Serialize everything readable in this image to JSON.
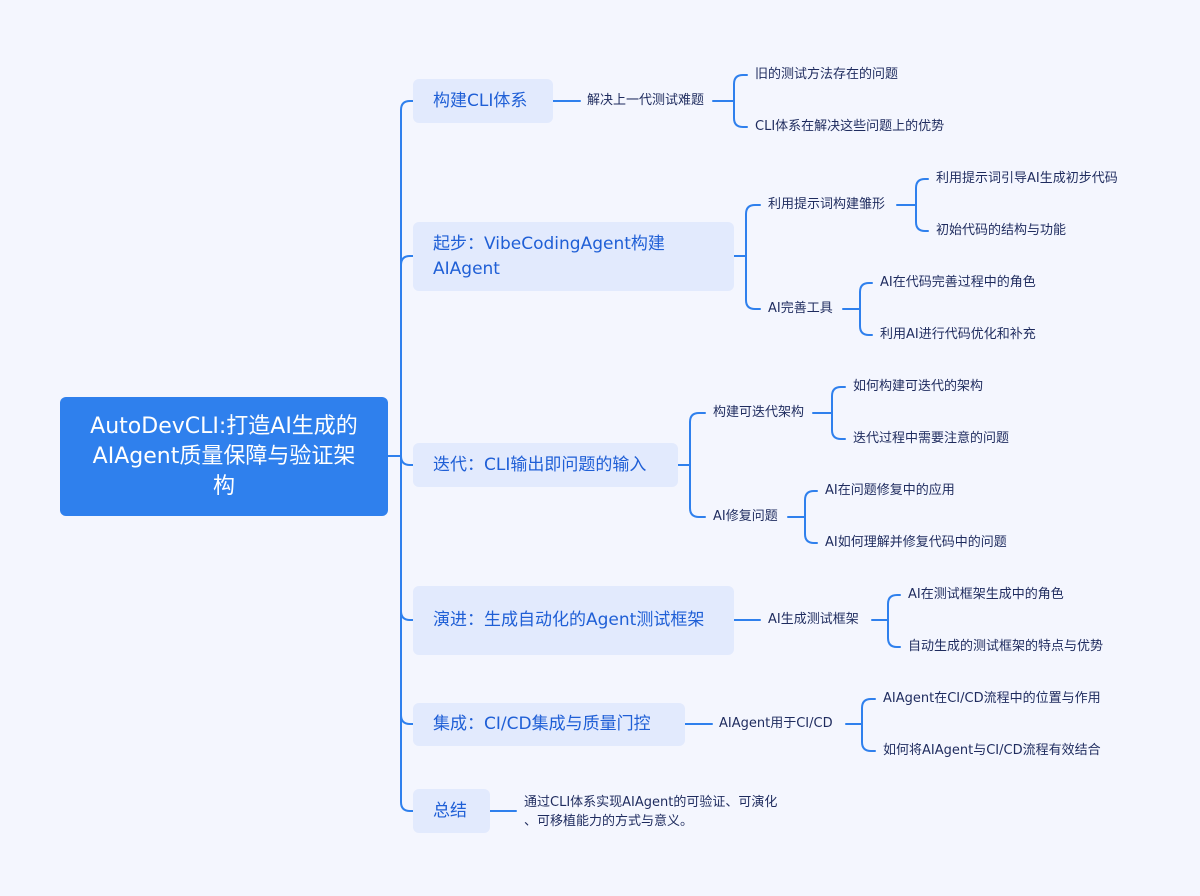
{
  "root": {
    "title": "AutoDevCLI:打造AI生成的AIAgent质量保障与验证架构"
  },
  "colors": {
    "root": "#2f80ed",
    "branch_bg": "#e2eafd",
    "line": "#2f80ed",
    "background": "#f4f6fe"
  },
  "branches": [
    {
      "label": "构建CLI体系",
      "children": [
        {
          "label": "解决上一代测试难题",
          "children": [
            "旧的测试方法存在的问题",
            "CLI体系在解决这些问题上的优势"
          ]
        }
      ]
    },
    {
      "label": "起步：VibeCodingAgent构建AIAgent",
      "children": [
        {
          "label": "利用提示词构建雏形",
          "children": [
            "利用提示词引导AI生成初步代码",
            "初始代码的结构与功能"
          ]
        },
        {
          "label": "AI完善工具",
          "children": [
            "AI在代码完善过程中的角色",
            "利用AI进行代码优化和补充"
          ]
        }
      ]
    },
    {
      "label": "迭代：CLI输出即问题的输入",
      "children": [
        {
          "label": "构建可迭代架构",
          "children": [
            "如何构建可迭代的架构",
            "迭代过程中需要注意的问题"
          ]
        },
        {
          "label": "AI修复问题",
          "children": [
            "AI在问题修复中的应用",
            "AI如何理解并修复代码中的问题"
          ]
        }
      ]
    },
    {
      "label": "演进：生成自动化的Agent测试框架",
      "children": [
        {
          "label": "AI生成测试框架",
          "children": [
            "AI在测试框架生成中的角色",
            "自动生成的测试框架的特点与优势"
          ]
        }
      ]
    },
    {
      "label": "集成：CI/CD集成与质量门控",
      "children": [
        {
          "label": "AIAgent用于CI/CD",
          "children": [
            "AIAgent在CI/CD流程中的位置与作用",
            "如何将AIAgent与CI/CD流程有效结合"
          ]
        }
      ]
    },
    {
      "label": "总结",
      "children": [
        {
          "label": "通过CLI体系实现AIAgent的可验证、可演化、可移植能力的方式与意义。",
          "line1": "通过CLI体系实现AIAgent的可验证、可演化",
          "line2": "、可移植能力的方式与意义。"
        }
      ]
    }
  ]
}
